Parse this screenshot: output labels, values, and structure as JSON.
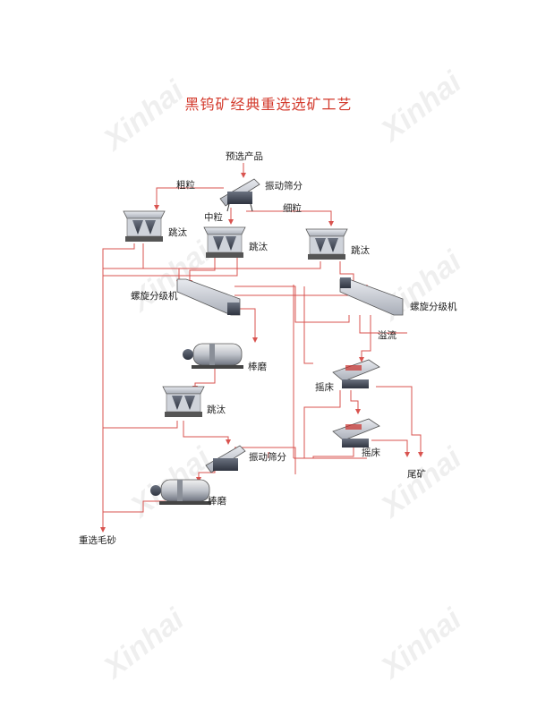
{
  "title": "黑钨矿经典重选选矿工艺",
  "labels": {
    "preselection": "预选产品",
    "vibrating_screen": "振动筛分",
    "coarse": "粗粒",
    "medium": "中粒",
    "fine": "细粒",
    "jig": "跳汰",
    "spiral_classifier": "螺旋分级机",
    "overflow": "溢流",
    "rod_mill": "棒磨",
    "shaking_table": "摇床",
    "tailings": "尾矿",
    "gravity_rough_concentrate": "重选毛砂"
  },
  "colors": {
    "title": "#d33a2c",
    "flow_line": "#d9534f"
  },
  "icons": [
    "vibrating-screen-icon",
    "jig-icon",
    "spiral-classifier-icon",
    "rod-mill-icon",
    "shaking-table-icon"
  ]
}
